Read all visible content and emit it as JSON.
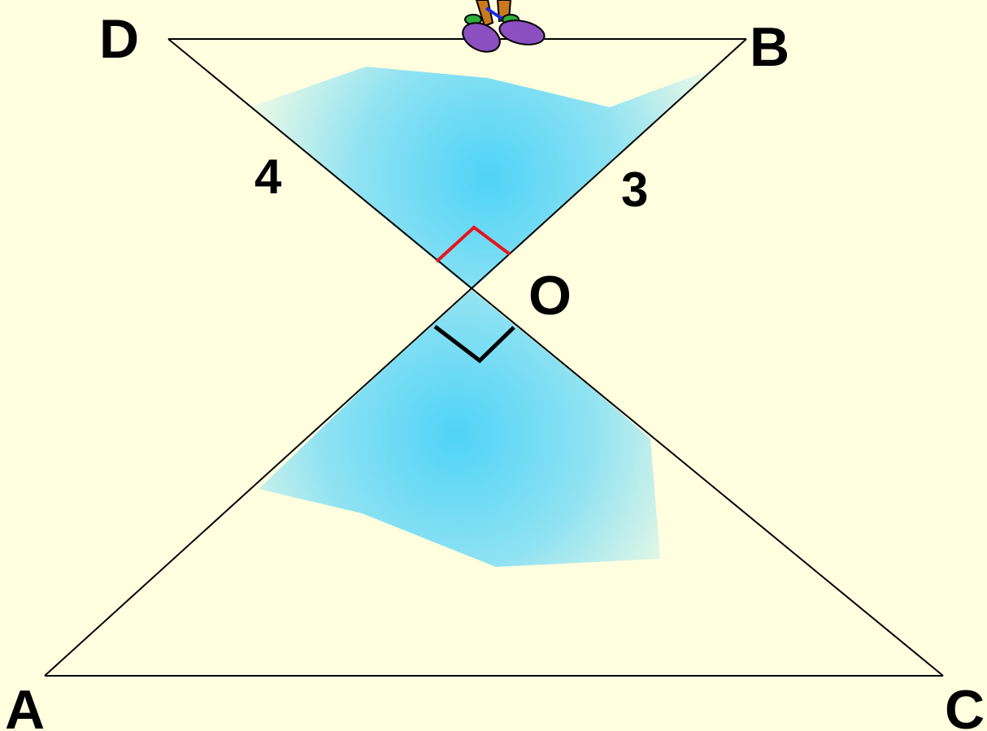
{
  "vertices": {
    "D": "D",
    "B": "B",
    "O": "O",
    "A": "A",
    "C": "C"
  },
  "side_lengths": {
    "OD": "4",
    "OB": "3"
  },
  "colors": {
    "background": "#FFFFE0",
    "shading": "#4FD3F7",
    "upper_right_angle_mark": "#E8141B",
    "lower_right_angle_mark": "#000000",
    "lines": "#000000"
  },
  "icons": {
    "character": "cartoon-character-feet-icon"
  }
}
